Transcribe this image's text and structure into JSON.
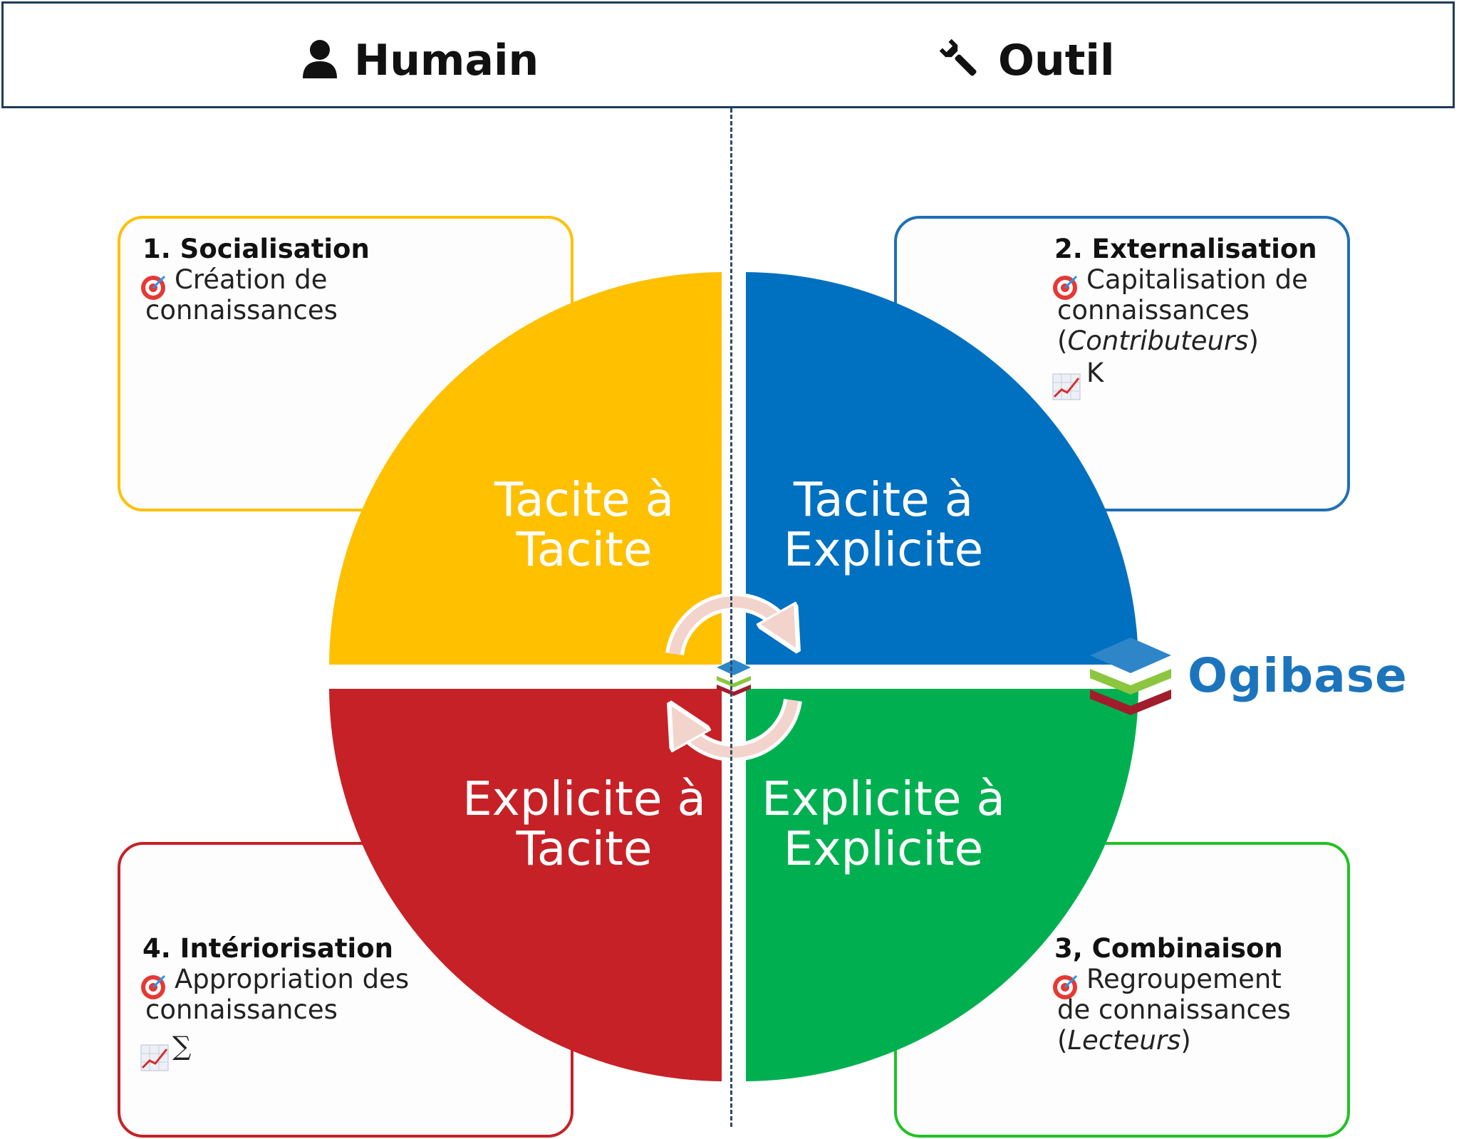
{
  "header": {
    "left_label": "Humain",
    "left_icon": "user-icon",
    "right_label": "Outil",
    "right_icon": "wrench-icon"
  },
  "quadrants": [
    {
      "id": "tl",
      "line1": "Tacite à",
      "line2": "Tacite",
      "color": "#FFC000"
    },
    {
      "id": "tr",
      "line1": "Tacite à",
      "line2": "Explicite",
      "color": "#0070C0"
    },
    {
      "id": "bl",
      "line1": "Explicite à",
      "line2": "Tacite",
      "color": "#C62127"
    },
    {
      "id": "br",
      "line1": "Explicite à",
      "line2": "Explicite",
      "color": "#00B050"
    }
  ],
  "boxes": {
    "socialisation": {
      "title": "1. Socialisation",
      "goal_line1": "Création de",
      "goal_line2": "connaissances",
      "border": "#FFC000"
    },
    "externalisation": {
      "title": "2. Externalisation",
      "goal_line1": "Capitalisation de",
      "goal_line2": "connaissances",
      "goal_line3_open": "(",
      "goal_line3_italic": "Contributeurs",
      "goal_line3_close": ")",
      "metric": "K",
      "border": "#1F6FB5"
    },
    "combinaison": {
      "title": "3, Combinaison",
      "goal_line1": "Regroupement",
      "goal_line2": "de connaissances",
      "goal_line3_open": "(",
      "goal_line3_italic": "Lecteurs",
      "goal_line3_close": ")",
      "border": "#22C222"
    },
    "interiorisation": {
      "title": "4. Intériorisation",
      "goal_line1": "Appropriation des",
      "goal_line2": "connaissances",
      "metric": "∑",
      "border": "#C62127"
    }
  },
  "logo": {
    "text": "Ogibase",
    "color": "#1C75BC",
    "layer_colors": [
      "#2E86C9",
      "#8CC63F",
      "#A11D2B"
    ]
  },
  "icons": {
    "goal": "target-icon",
    "metric": "chart-trend-icon",
    "cycle": "cycle-arrows-icon"
  }
}
